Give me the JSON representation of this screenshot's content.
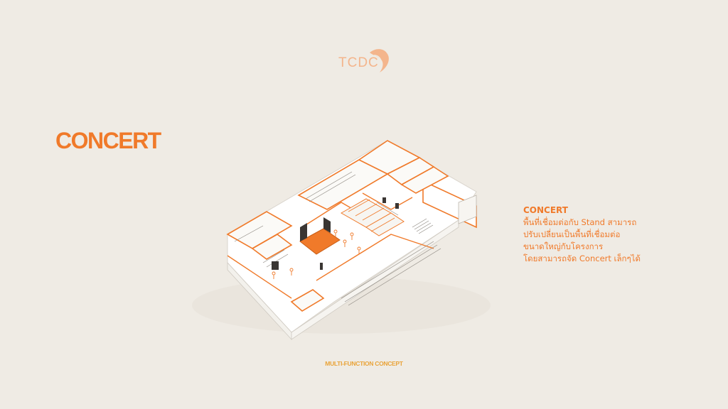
{
  "logo": {
    "text": "TCDC"
  },
  "title": "CONCERT",
  "description": {
    "title": "CONCERT",
    "lines": [
      "พื้นที่เชื่อมต่อกับ Stand สามารถ",
      "ปรับเปลี่ยนเป็นพื้นที่เชื่อมต่อ",
      "ขนาดใหญ่กับโครงการ",
      "โดยสามารถจัด Concert เล็กๆได้"
    ]
  },
  "caption": "MULTI-FUNCTION CONCEPT",
  "colors": {
    "background": "#efebe4",
    "accent": "#f07a2a",
    "caption": "#e9a43a",
    "logo": "#f4b58c"
  }
}
